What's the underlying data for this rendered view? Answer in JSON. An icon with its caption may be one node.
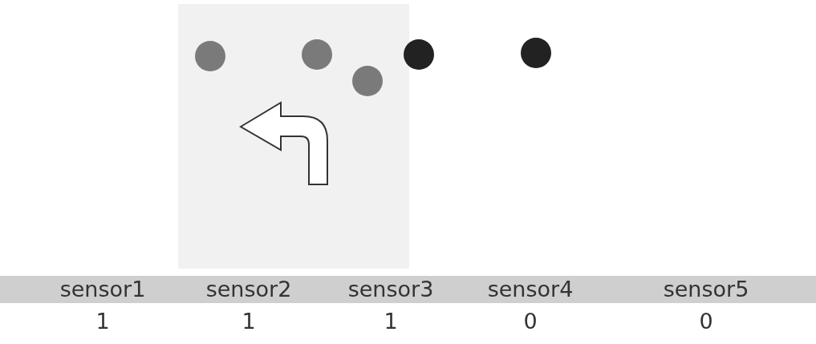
{
  "diagram": {
    "labels": [
      "sensor1",
      "sensor2",
      "sensor3",
      "sensor4",
      "sensor5",
      "1",
      "1",
      "1",
      "0",
      "0"
    ]
  }
}
